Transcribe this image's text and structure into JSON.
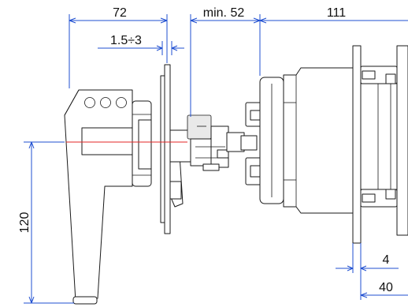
{
  "dimensions": {
    "overall_width": "72",
    "gap_range": "1.5÷3",
    "min_shaft": "min. 52",
    "switch_length": "111",
    "handle_height": "120",
    "plate_thickness": "4",
    "bracket_depth": "40"
  },
  "colors": {
    "dimension_line": "#1f4fd1",
    "center_axis": "#e32626",
    "outline": "#1a1a1a"
  }
}
